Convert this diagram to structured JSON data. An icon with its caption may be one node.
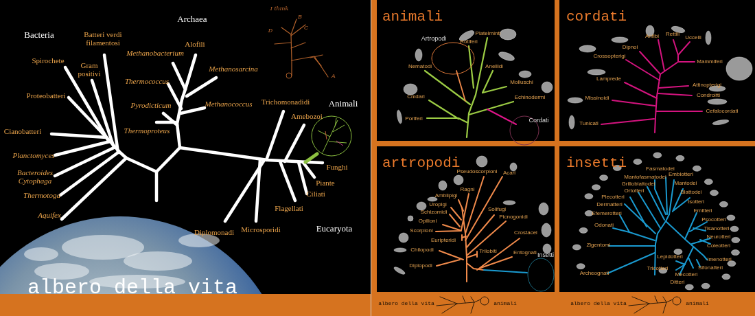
{
  "diagram": {
    "title": "albero della vita",
    "nodes": [
      {
        "text": [
          "animali"
        ]
      },
      {
        "text": [
          "cordati"
        ]
      },
      {
        "text": [
          "artropodi"
        ]
      },
      {
        "text": [
          "insetti"
        ]
      }
    ],
    "labels": [
      "Archaea",
      "I think",
      "B",
      "Bacteria",
      "C",
      "D",
      "Batteri verdi filamentosi",
      "Alofili",
      "Methanobacterium",
      "Spirochete",
      "Gram positivi",
      "Methanosarcina",
      "A",
      "Thermococcus",
      "Proteobatteri",
      "Pyrodicticum",
      "Methanococcus",
      "Trichomonadidi",
      "Animali",
      "Amebozoi",
      "Cianobatteri",
      "Thermoproteus",
      "Planctomyces",
      "Funghi",
      "Bacteroides Cytophaga",
      "Piante",
      "Thermotoga",
      "Ciliati",
      "Flagellati",
      "Aquifex",
      "Diplomonadi",
      "Microsporidi",
      "Eucaryota",
      "Platelminti",
      "Rotiferi",
      "Artropodi",
      "Nematodi",
      "Anellidi",
      "Molluschi",
      "Cnidari",
      "Echinodermi",
      "Poriferi",
      "Cordati",
      "Rettili",
      "Anfibi",
      "Uccelli",
      "Dipnoi",
      "Crossopterigi",
      "Mammiferi",
      "Lamprede",
      "Attinopterigi",
      "Condroitti",
      "Missinoidi",
      "Cefalocordati",
      "Tunicati",
      "Pseudoscorpioni",
      "Acari",
      "Ragni",
      "Amblipigi",
      "Uropigi",
      "Solifugi",
      "Schizomidi",
      "Picnogonidi",
      "Opilioni",
      "Scorpioni",
      "Crostacei",
      "Euripteridi",
      "Chilopodi",
      "Trilobiti",
      "Entognati",
      "Insetti",
      "Diplopodi",
      "Fasmatodei",
      "Embiotteri",
      "Mantofasmatodei",
      "Grilloblattodei",
      "Mantodei",
      "Ortotteri",
      "Blattodei",
      "Plecotteri",
      "Dermatteri",
      "Isotteri",
      "Emitteri",
      "Efemerotteri",
      "Psocotteri",
      "Odonati",
      "Tisanotteri",
      "Neurotteri",
      "Coleotteri",
      "Zigentomi",
      "Lepidotteri",
      "Imenotteri",
      "Tricotteri",
      "Sifonatteri",
      "Mecotteri",
      "Archeognati",
      "Ditteri",
      "albero della vita",
      "animali",
      "albero della vita",
      "animali"
    ]
  }
}
